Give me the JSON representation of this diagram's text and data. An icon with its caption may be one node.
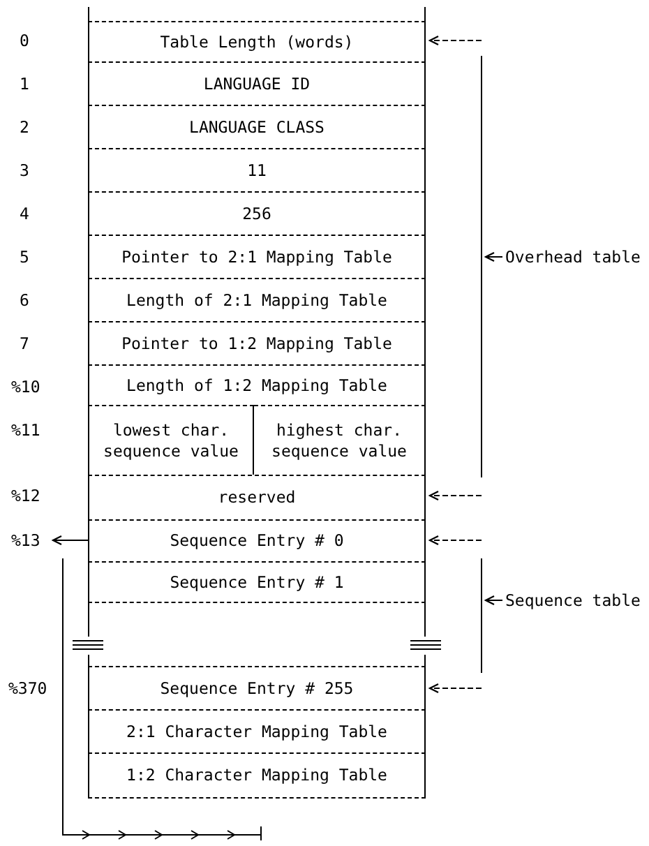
{
  "diagram": {
    "nodes": [
      {
        "text": [
          "Table Length (words)"
        ]
      },
      {
        "text": [
          "LANGUAGE ID"
        ]
      },
      {
        "text": [
          "LANGUAGE CLASS"
        ]
      },
      {
        "text": [
          "11"
        ]
      },
      {
        "text": [
          "256"
        ]
      },
      {
        "text": [
          "Pointer to 2:1 Mapping Table"
        ]
      },
      {
        "text": [
          "Length of 2:1 Mapping Table"
        ]
      },
      {
        "text": [
          "Pointer to 1:2 Mapping Table"
        ]
      },
      {
        "text": [
          "Length of 1:2 Mapping Table"
        ]
      },
      {
        "text": [
          "lowest char. sequence value"
        ]
      },
      {
        "text": [
          "highest char. sequence value"
        ]
      },
      {
        "text": [
          "reserved"
        ]
      },
      {
        "text": [
          "Sequence Entry # 0"
        ]
      },
      {
        "text": [
          "Sequence Entry # 1"
        ]
      },
      {
        "text": [
          "Sequence Entry # 255"
        ]
      },
      {
        "text": [
          "2:1 Character Mapping Table"
        ]
      },
      {
        "text": [
          "1:2 Character Mapping Table"
        ]
      },
      {
        "text": [
          "%13"
        ]
      }
    ],
    "edges": [
      {
        "from": 12,
        "to": 17,
        "arrow": "to"
      }
    ],
    "labels": [
      "0",
      "1",
      "2",
      "3",
      "4",
      "5",
      "6",
      "7",
      "%10",
      "%11",
      "%12",
      "%370",
      "Overhead table",
      "Sequence table"
    ]
  }
}
